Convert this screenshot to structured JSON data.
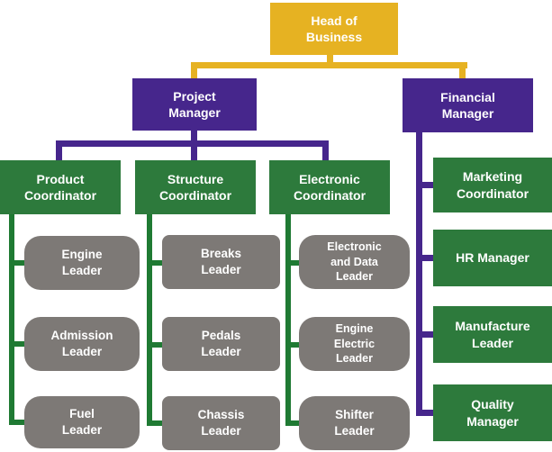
{
  "colors": {
    "gold": "#E6B222",
    "purple": "#46268C",
    "green": "#2D7A3C",
    "green_line": "#1F7A33",
    "gray": "#7D7976",
    "text": "#FFFFFF",
    "bg": "#FFFFFF"
  },
  "org": {
    "root": {
      "label": "Head of\nBusiness"
    },
    "branches": [
      {
        "manager": {
          "label": "Project\nManager"
        },
        "groups": [
          {
            "coordinator": {
              "label": "Product\nCoordinator"
            },
            "members": [
              {
                "label": "Engine\nLeader"
              },
              {
                "label": "Admission\nLeader"
              },
              {
                "label": "Fuel\nLeader"
              }
            ]
          },
          {
            "coordinator": {
              "label": "Structure\nCoordinator"
            },
            "members": [
              {
                "label": "Breaks\nLeader"
              },
              {
                "label": "Pedals\nLeader"
              },
              {
                "label": "Chassis\nLeader"
              }
            ]
          },
          {
            "coordinator": {
              "label": "Electronic\nCoordinator"
            },
            "members": [
              {
                "label": "Electronic\nand Data\nLeader"
              },
              {
                "label": "Engine\nElectric\nLeader"
              },
              {
                "label": "Shifter\nLeader"
              }
            ]
          }
        ]
      },
      {
        "manager": {
          "label": "Financial\nManager"
        },
        "reports": [
          {
            "label": "Marketing\nCoordinator"
          },
          {
            "label": "HR Manager"
          },
          {
            "label": "Manufacture\nLeader"
          },
          {
            "label": "Quality\nManager"
          }
        ]
      }
    ]
  }
}
